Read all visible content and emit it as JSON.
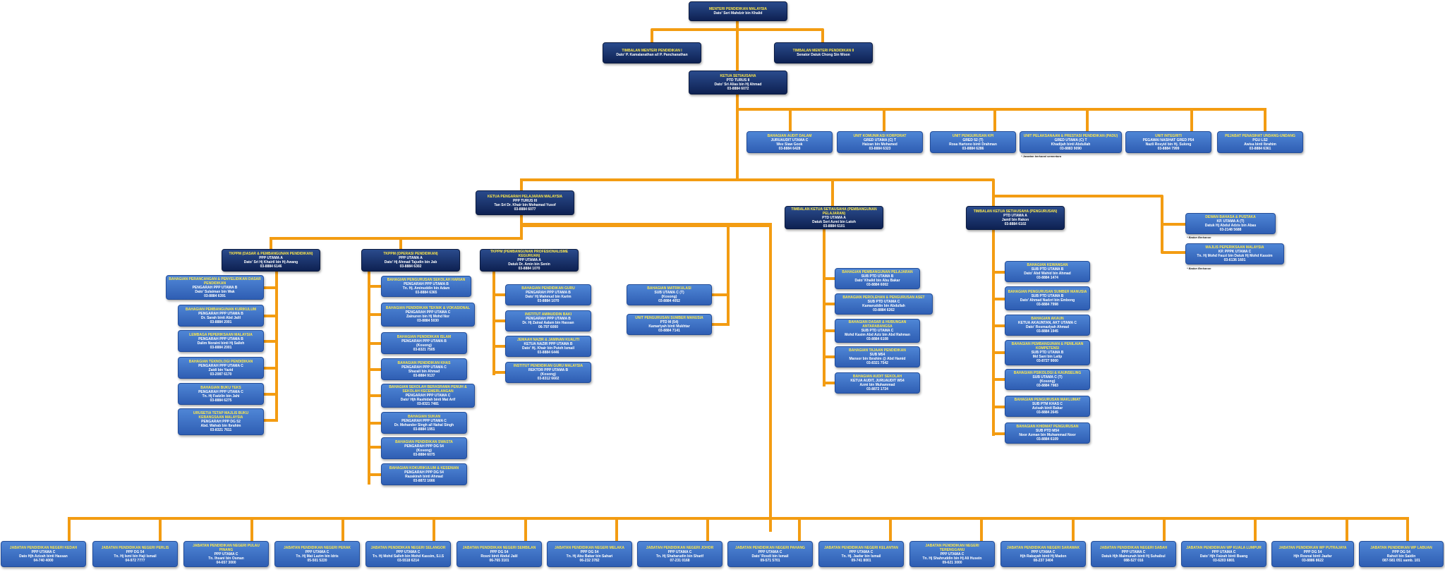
{
  "colors": {
    "connector": "#f39c12",
    "dark_box": "#13295e",
    "light_box": "#3a6cc4",
    "title_text": "#ffe94a"
  },
  "boxes": [
    {
      "id": "menteri",
      "style": "dark",
      "title": "MENTERI PENDIDIKAN MALAYSIA",
      "lines": [
        "Dato' Seri Mahdzir bin Khalid"
      ]
    },
    {
      "id": "timb1",
      "style": "dark",
      "title": "TIMBALAN MENTERI PENDIDIKAN I",
      "lines": [
        "Dato' P. Kamalanathan a/l P. Panchanathan"
      ]
    },
    {
      "id": "timb2",
      "style": "dark",
      "title": "TIMBALAN MENTERI PENDIDIKAN II",
      "lines": [
        "Senator Datuk Chong Sin Woon"
      ]
    },
    {
      "id": "ksu",
      "style": "dark",
      "title": "KETUA SETIAUSAHA",
      "lines": [
        "PTD TURUS II",
        "Dato' Sri Alias bin Hj Ahmad",
        "03-8884 6072"
      ]
    },
    {
      "id": "audit",
      "style": "light",
      "title": "BAHAGIAN AUDIT DALAM",
      "lines": [
        "JURUAUDIT UTAMA C",
        "Wee Siaw Gook",
        "03-8884 6428"
      ]
    },
    {
      "id": "komkorp",
      "style": "light",
      "title": "UNIT KOMUNIKASI KORPORAT",
      "lines": [
        "GRED UTAMA (C) T",
        "Haizan bin Mohamed",
        "03-8884 6323"
      ]
    },
    {
      "id": "kpi",
      "style": "light",
      "title": "UNIT PENGURUSAN KPI",
      "lines": [
        "GRED 52 (T)",
        "Rosa Hartono binti Drahman",
        "03-8884 6286"
      ]
    },
    {
      "id": "padu",
      "style": "light",
      "title": "UNIT PELAKSANAAN & PRESTASI PENDIDIKAN (PADU)",
      "lines": [
        "GRED UTAMA (C) T",
        "Khadijah binti Abdullah",
        "03-8883 9090"
      ]
    },
    {
      "id": "integriti",
      "style": "light",
      "title": "UNIT INTEGRITI",
      "lines": [
        "PEGAWAI NASIHAT GRED P54",
        "Nazli Rosyid bin Hj. Sulong",
        "03-8884 7999"
      ]
    },
    {
      "id": "undang",
      "style": "light",
      "title": "PEJABAT PENASIHAT UNDANG-UNDANG",
      "lines": [
        "PGU LS2",
        "Awisa binti Ibrahim",
        "03-8884 6361"
      ]
    },
    {
      "id": "kppm",
      "style": "dark",
      "title": "KETUA PENGARAH PELAJARAN MALAYSIA",
      "lines": [
        "PPP TURUS III",
        "Tan Sri Dr. Khair bin Mohamad Yusof",
        "03-8884 6077"
      ]
    },
    {
      "id": "tksu1",
      "style": "dark",
      "title": "TIMBALAN KETUA SETIAUSAHA (PEMBANGUNAN PELAJARAN)",
      "lines": [
        "PTD UTAMA A",
        "Datuk Seri Azmi bin Latoh",
        "03-8884 6101"
      ]
    },
    {
      "id": "tksu2",
      "style": "dark",
      "title": "TIMBALAN KETUA SETIAUSAHA (PENGURUSAN)",
      "lines": [
        "PTD UTAMA A",
        "Jamil bin Rakon",
        "03-8884 6102"
      ]
    },
    {
      "id": "dbp",
      "style": "light",
      "title": "DEWAN BAHASA & PUSTAKA",
      "lines": [
        "KP. UTAMA A (T)",
        "Datuk Hj Abdul Adzis bin Abas",
        "03-2148 5688"
      ]
    },
    {
      "id": "mpm",
      "style": "light",
      "title": "MAJLIS PEPERIKSAAN MALAYSIA",
      "lines": [
        "KP. PPPK UTAMA C",
        "Tn. Hj Mohd Fauzi bin Datuk Hj Mohd Kassim",
        "03-6136 1601"
      ]
    },
    {
      "id": "tk1",
      "style": "dark",
      "title": "TKPPM (DASAR & PEMBANGUNAN PENDIDIKAN)",
      "lines": [
        "PPP UTAMA A",
        "Dato' Sri Hj Khairil bin Hj Awang",
        "03-8884 6146"
      ]
    },
    {
      "id": "tk2",
      "style": "dark",
      "title": "TKPPM (OPERASI PENDIDIKAN)",
      "lines": [
        "PPP UTAMA A",
        "Dato' Hj Ahmad Tajudin bin Jab",
        "03-8884 6302"
      ]
    },
    {
      "id": "tk3",
      "style": "dark",
      "title": "TKPPM (PEMBANGUNAN PROFESIONALISME KEGURUAN)",
      "lines": [
        "PPP UTAMA A",
        "Datuk Dr. Amin bin Senin",
        "03-8884 1070"
      ]
    },
    {
      "id": "c1a",
      "style": "light",
      "title": "BAHAGIAN PERANCANGAN & PENYELIDIKAN DASAR PENDIDIKAN",
      "lines": [
        "PENGARAH PPP UTAMA B",
        "Dato' Sulaiman bin Wak",
        "03-8884 6391"
      ]
    },
    {
      "id": "c1b",
      "style": "light",
      "title": "BAHAGIAN PEMBANGUNAN KURIKULUM",
      "lines": [
        "PENGARAH PPP UTAMA B",
        "Dr. Sarah binti Abd Jalil",
        "03-8884 2001"
      ]
    },
    {
      "id": "c1c",
      "style": "light",
      "title": "LEMBAGA PEPERIKSAAN MALAYSIA",
      "lines": [
        "PENGARAH PPP UTAMA B",
        "Dalim Noraini binti Hj Salleh",
        "03-8884 2001"
      ]
    },
    {
      "id": "c1d",
      "style": "light",
      "title": "BAHAGIAN TEKNOLOGI PENDIDIKAN",
      "lines": [
        "PENGARAH PPP UTAMA C",
        "Zaidi bin Yazid",
        "03-2087 6170"
      ]
    },
    {
      "id": "c1e",
      "style": "light",
      "title": "BAHAGIAN BUKU TEKS",
      "lines": [
        "PENGARAH PPP UTAMA C",
        "Tn. Hj Fadzlin bin Jahi",
        "03-8884 6275"
      ]
    },
    {
      "id": "c1f",
      "style": "light",
      "title": "URUSETIA TETAP MAJLIS BUKU KEBANGSAAN MALAYSIA",
      "lines": [
        "PENGARAH PPP DG 52",
        "Abd. Wahab bin Ibrahim",
        "03-8321 7611"
      ]
    },
    {
      "id": "c2a",
      "style": "light",
      "title": "BAHAGIAN PENGURUSAN SEKOLAH HARIAN",
      "lines": [
        "PENGARAH PPP UTAMA B",
        "Tn. Hj. Aminuddin bin Adam",
        "03-8884 6365"
      ]
    },
    {
      "id": "c2b",
      "style": "light",
      "title": "BAHAGIAN PENDIDIKAN TEKNIK & VOKASIONAL",
      "lines": [
        "PENGARAH PPP UTAMA C",
        "Zainuren bin Hj Mohd Nor",
        "03-8884 5030"
      ]
    },
    {
      "id": "c2c",
      "style": "light",
      "title": "BAHAGIAN PENDIDIKAN ISLAM",
      "lines": [
        "PENGARAH PPP UTAMA B",
        "(Kosong)",
        "03-8321 7505"
      ]
    },
    {
      "id": "c2d",
      "style": "light",
      "title": "BAHAGIAN PENDIDIKAN KHAS",
      "lines": [
        "PENGARAH PPP UTAMA C",
        "Shazali bin Ahmad",
        "03-8884 9137"
      ]
    },
    {
      "id": "c2e",
      "style": "light",
      "title": "BAHAGIAN SEKOLAH BERASRAMA PENUH & SEKOLAH KECEMERLANGAN",
      "lines": [
        "PENGARAH PPP UTAMA C",
        "Dato' Hjh Rashidah binti Mat Arif",
        "03-8321 7481"
      ]
    },
    {
      "id": "c2f",
      "style": "light",
      "title": "BAHAGIAN SUKAN",
      "lines": [
        "PENGARAH PPP UTAMA C",
        "Dr. Mehander Singh a/l Nahal Singh",
        "03-8884 1951"
      ]
    },
    {
      "id": "c2g",
      "style": "light",
      "title": "BAHAGIAN PENDIDIKAN SWASTA",
      "lines": [
        "PENGARAH PPP DG 54",
        "(Kosong)",
        "03-8884 6075"
      ]
    },
    {
      "id": "c2h",
      "style": "light",
      "title": "BAHAGIAN KOKURIKULUM & KESENIAN",
      "lines": [
        "PENGARAH PPP DG 54",
        "Razakirah binti Ahmad",
        "03-8872 1666"
      ]
    },
    {
      "id": "c3a",
      "style": "light",
      "title": "BAHAGIAN PENDIDIKAN GURU",
      "lines": [
        "PENGARAH PPP UTAMA B",
        "Dato' Hj Mahmud bin Karim",
        "03-8884 1070"
      ]
    },
    {
      "id": "c3b",
      "style": "light",
      "title": "INSTITUT AMINUDDIN BAKI",
      "lines": [
        "PENGARAH PPP UTAMA B",
        "Dr. Hj Zainal Aalam bin Hassan",
        "06-797 6000"
      ]
    },
    {
      "id": "c3c",
      "style": "light",
      "title": "JEMAAH NAZIR & JAMINAN KUALITI",
      "lines": [
        "KETUA NAZIR PPP UTAMA B",
        "Dato' Hj. Khair bin Puteh Ismail",
        "03-8884 6446"
      ]
    },
    {
      "id": "c3d",
      "style": "light",
      "title": "INSTITUT PENDIDIKAN GURU MALAYSIA",
      "lines": [
        "REKTOR PPP UTAMA B",
        "(Kosong)",
        "03-8312 6602"
      ]
    },
    {
      "id": "m1",
      "style": "light",
      "title": "BAHAGIAN MATRIKULASI",
      "lines": [
        "SUB UTAMA C (T)",
        "(Kosong)",
        "03-8884 4052"
      ]
    },
    {
      "id": "m2",
      "style": "light",
      "title": "UNIT PENGURUSAN SUMBER MANUSIA",
      "lines": [
        "PTD M (54)",
        "Kamariyah binti Mukhtar",
        "03-8884 7141"
      ]
    },
    {
      "id": "t1a",
      "style": "light",
      "title": "BAHAGIAN PEMBANGUNAN PELAJARAN",
      "lines": [
        "SUB PTD UTAMA B",
        "Dato' Khalid bin Abu Bakar",
        "03-8884 6002"
      ]
    },
    {
      "id": "t1b",
      "style": "light",
      "title": "BAHAGIAN PEROLEHAN & PENGURUSAN ASET",
      "lines": [
        "SUB PTD UTAMA C",
        "Kamaruddin bin Abdullah",
        "03-8884 6262"
      ]
    },
    {
      "id": "t1c",
      "style": "light",
      "title": "BAHAGIAN DASAR & HUBUNGAN ANTARABANGSA",
      "lines": [
        "SUB PTD UTAMA C",
        "Mohd Kasim Abd Aziz bin Abd Rahman",
        "03-8884 6108"
      ]
    },
    {
      "id": "t1d",
      "style": "light",
      "title": "BAHAGIAN TAJAAN PENDIDIKAN",
      "lines": [
        "SUB M54",
        "Mansor bin Ibrahim @ Abd Hamid",
        "03-8321 7542"
      ]
    },
    {
      "id": "t1e",
      "style": "light",
      "title": "BAHAGIAN AUDIT SEKOLAH",
      "lines": [
        "KETUA AUDIT, JURUAUDIT W54",
        "Azmi bin Muhammad",
        "03-8872 1724"
      ]
    },
    {
      "id": "t2a",
      "style": "light",
      "title": "BAHAGIAN KEWANGAN",
      "lines": [
        "SUB PTD UTAMA B",
        "Dato' Abd Wahid bin Ahmad",
        "03-8884 1474"
      ]
    },
    {
      "id": "t2b",
      "style": "light",
      "title": "BAHAGIAN PENGURUSAN SUMBER MANUSIA",
      "lines": [
        "SUB PTD UTAMA B",
        "Dato' Ahmad Nadzri bin Embong",
        "03-8884 7998"
      ]
    },
    {
      "id": "t2c",
      "style": "light",
      "title": "BAHAGIAN AKAUN",
      "lines": [
        "KETUA AKAUNTAN, AKT UTAMA C",
        "Dato' Rosmazlyah Ahmad",
        "03-8884 1945"
      ]
    },
    {
      "id": "t2d",
      "style": "light",
      "title": "BAHAGIAN PEMBANGUNAN & PENILAIAN KOMPETENSI",
      "lines": [
        "SUB PTD UTAMA B",
        "Md Sani bin Latip",
        "03-8727 9000"
      ]
    },
    {
      "id": "t2e",
      "style": "light",
      "title": "BAHAGIAN PSIKOLOGI & KAUNSELING",
      "lines": [
        "SUB UTAMA C (T)",
        "(Kosong)",
        "03-8884 7983"
      ]
    },
    {
      "id": "t2f",
      "style": "light",
      "title": "BAHAGIAN PENGURUSAN MAKLUMAT",
      "lines": [
        "SUB PTM KHAS C",
        "Azisah binti Bakar",
        "03-8884 2645"
      ]
    },
    {
      "id": "t2g",
      "style": "light",
      "title": "BAHAGIAN KHIDMAT PENGURUSAN",
      "lines": [
        "SUB PTD M54",
        "Noor Azman bin Muhammad Noor",
        "03-8884 6109"
      ]
    },
    {
      "id": "j01",
      "style": "light",
      "title": "JABATAN PENDIDIKAN NEGERI KEDAH",
      "lines": [
        "PPP UTAMA C",
        "Dato Hjh Azizah binti Hassan",
        "04-740 4000"
      ]
    },
    {
      "id": "j02",
      "style": "light",
      "title": "JABATAN PENDIDIKAN NEGERI PERLIS",
      "lines": [
        "PPP DG 54",
        "Tn. Hj Ismi bin Haji Ismail",
        "04-972 7777"
      ]
    },
    {
      "id": "j03",
      "style": "light",
      "title": "JABATAN PENDIDIKAN NEGERI PULAU PINANG",
      "lines": [
        "PPP UTAMA C",
        "Tn. Ihsani bin Osman",
        "04-657 3000"
      ]
    },
    {
      "id": "j04",
      "style": "light",
      "title": "JABATAN PENDIDIKAN NEGERI PERAK",
      "lines": [
        "PPP UTAMA C",
        "Tn. Hj Mat Lazim bin Idris",
        "05-501 5220"
      ]
    },
    {
      "id": "j05",
      "style": "light",
      "title": "JABATAN PENDIDIKAN NEGERI SELANGOR",
      "lines": [
        "PPP UTAMA C",
        "Tn. Hj Mohd Salleh bin Mohd Kassim, S.I.S",
        "03-5518 6214"
      ]
    },
    {
      "id": "j06",
      "style": "light",
      "title": "JABATAN PENDIDIKAN NEGERI SEMBILAN",
      "lines": [
        "PPP DG 54",
        "Rosni binti Abdul Jalil",
        "06-765 3101"
      ]
    },
    {
      "id": "j07",
      "style": "light",
      "title": "JABATAN PENDIDIKAN NEGERI MELAKA",
      "lines": [
        "PPP DG 54",
        "Tn. Hj Abu Bakar bin Sahari",
        "06-232 3782"
      ]
    },
    {
      "id": "j08",
      "style": "light",
      "title": "JABATAN PENDIDIKAN NEGERI JOHOR",
      "lines": [
        "PPP UTAMA C",
        "Tn. Hj Shaharudin bin Sharif",
        "07-231 0168"
      ]
    },
    {
      "id": "j09",
      "style": "light",
      "title": "JABATAN PENDIDIKAN NEGERI PAHANG",
      "lines": [
        "PPP UTAMA C",
        "Dato' Rosdi bin Ismail",
        "09-571 5701"
      ]
    },
    {
      "id": "j10",
      "style": "light",
      "title": "JABATAN PENDIDIKAN NEGERI KELANTAN",
      "lines": [
        "PPP UTAMA C",
        "Tn. Hj. Jaafar bin Ismail",
        "09-741 8001"
      ]
    },
    {
      "id": "j11",
      "style": "light",
      "title": "JABATAN PENDIDIKAN NEGERI TERENGGANU",
      "lines": [
        "PPP UTAMA C",
        "Tn. Hj Shahruddin bin Hj Ali Husein",
        "09-621 3000"
      ]
    },
    {
      "id": "j12",
      "style": "light",
      "title": "JABATAN PENDIDIKAN NEGERI SARAWAK",
      "lines": [
        "PPP UTAMA C",
        "Hjh Rakayah binti Hj Madon",
        "08-237 3404"
      ]
    },
    {
      "id": "j13",
      "style": "light",
      "title": "JABATAN PENDIDIKAN NEGERI SABAH",
      "lines": [
        "PPP UTAMA C",
        "Datuk Hjh Maimunah binti Hj Suhaibul",
        "088-527 016"
      ]
    },
    {
      "id": "j14",
      "style": "light",
      "title": "JABATAN PENDIDIKAN WP KUALA LUMPUR",
      "lines": [
        "PPP UTAMA C",
        "Dato' Hjh Faizah binti Buang",
        "03-6203 6801"
      ]
    },
    {
      "id": "j15",
      "style": "light",
      "title": "JABATAN PENDIDIKAN WP PUTRAJAYA",
      "lines": [
        "PPP DG 54",
        "Hjh Rosnai binti Jaafar",
        "03-8886 8622"
      ]
    },
    {
      "id": "j16",
      "style": "light",
      "title": "JABATAN PENDIDIKAN WP LABUAN",
      "lines": [
        "PPP DG 54",
        "Rahsit bin Saidin",
        "087-581 051 samb. 101"
      ]
    }
  ],
  "notes": [
    {
      "id": "note-padu",
      "text": "* Jawatan berkanal sementara"
    },
    {
      "id": "note-dbp",
      "text": "* Badan Berkanun"
    },
    {
      "id": "note-mpm",
      "text": "* Badan Berkanun"
    }
  ]
}
